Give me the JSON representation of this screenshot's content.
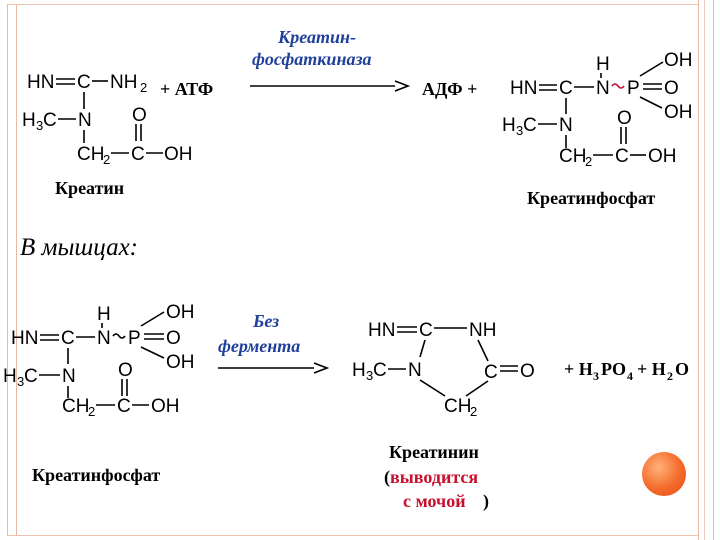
{
  "section_heading": "В мышцах:",
  "reaction1": {
    "enzyme_line1": "Креатин-",
    "enzyme_line2": "фосфаткиназа",
    "reagent_atf": "+ АТФ",
    "product_adf": "АДФ +",
    "substrate_name": "Креатин",
    "product_name": "Креатинфосфат"
  },
  "reaction2": {
    "condition_line1": "Без",
    "condition_line2": "фермента",
    "substrate_name": "Креатинфосфат",
    "product_name": "Креатинин",
    "note_open": "(",
    "note_line1": "выводится",
    "note_line2": "с мочой",
    "note_close": ")"
  },
  "colors": {
    "enzyme_text": "#1f3f9a",
    "excretion_note": "#c8102e",
    "phosphate_bond": "#c8102e",
    "frame": "#e9b8a4",
    "accent_orb": "#f46a2a"
  },
  "icons": [
    "orange-circle-decoration"
  ]
}
